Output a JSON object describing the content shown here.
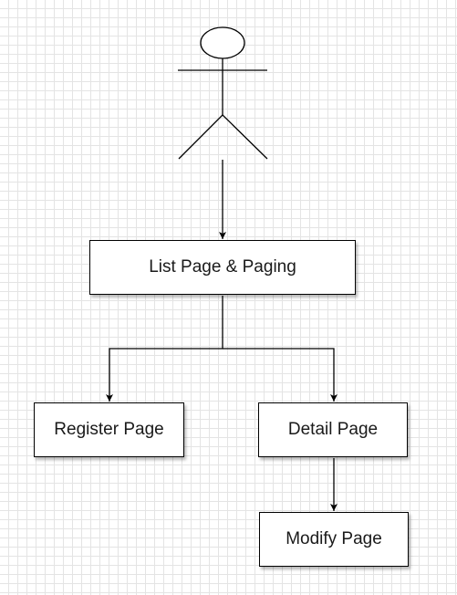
{
  "diagram": {
    "actor": {
      "label": ""
    },
    "nodes": [
      {
        "id": "list",
        "label": "List Page & Paging"
      },
      {
        "id": "register",
        "label": "Register Page"
      },
      {
        "id": "detail",
        "label": "Detail Page"
      },
      {
        "id": "modify",
        "label": "Modify Page"
      }
    ],
    "edges": [
      {
        "from": "actor",
        "to": "list"
      },
      {
        "from": "list",
        "to": "register"
      },
      {
        "from": "list",
        "to": "detail"
      },
      {
        "from": "detail",
        "to": "modify"
      }
    ],
    "colors": {
      "stroke": "#000000",
      "node_fill": "#ffffff",
      "grid": "#e4e4e4"
    }
  }
}
